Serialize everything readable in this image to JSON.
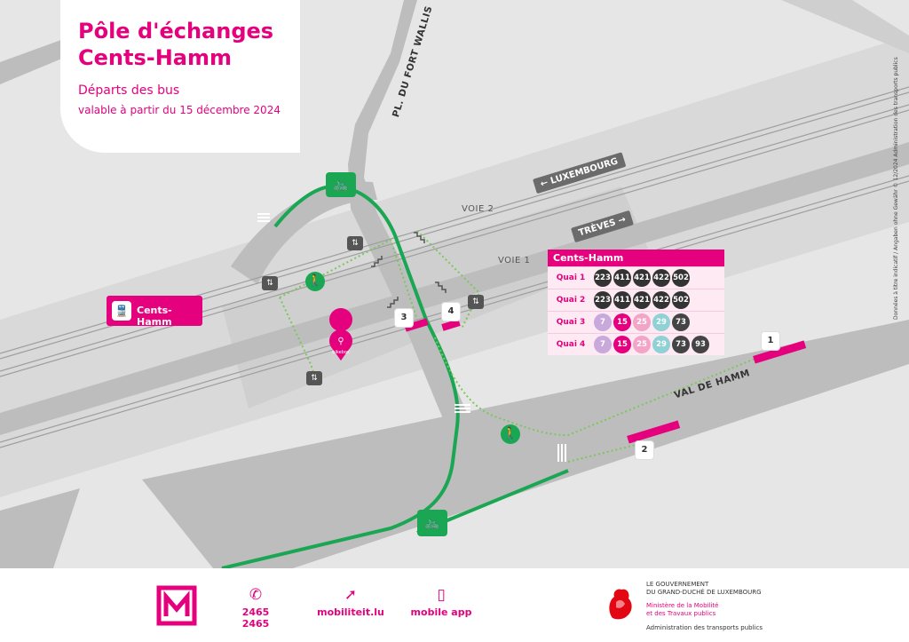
{
  "header": {
    "title_line1": "Pôle d'échanges",
    "title_line2": "Cents-Hamm",
    "subtitle": "Départs des bus",
    "validity": "valable à partir du 15 décembre 2024"
  },
  "map": {
    "streets": {
      "fort_wallis": "PL. DU FORT WALLIS",
      "val_de_hamm": "VAL DE HAMM"
    },
    "tracks": {
      "voie2": "VOIE 2",
      "voie1": "VOIE 1"
    },
    "directions": {
      "luxembourg": "LUXEMBOURG",
      "treves": "TRÈVES"
    },
    "station_badge": "Cents-Hamm",
    "bikebox_label": "bikebox",
    "quai_labels": [
      "1",
      "2",
      "3",
      "4"
    ],
    "icons": [
      "bike-icon",
      "walk-icon",
      "lift-icon",
      "train-icon",
      "bikebox-icon",
      "stairs-icon"
    ]
  },
  "departures": {
    "header": "Cents-Hamm",
    "rows": [
      {
        "quai": "Quai 1",
        "lines": [
          "223",
          "411",
          "421",
          "422",
          "502"
        ]
      },
      {
        "quai": "Quai 2",
        "lines": [
          "223",
          "411",
          "421",
          "422",
          "502"
        ]
      },
      {
        "quai": "Quai 3",
        "lines": [
          "7",
          "15",
          "25",
          "29",
          "73"
        ]
      },
      {
        "quai": "Quai 4",
        "lines": [
          "7",
          "15",
          "25",
          "29",
          "73",
          "93"
        ]
      }
    ],
    "line_colors": {
      "223": "#333333",
      "411": "#333333",
      "421": "#333333",
      "422": "#333333",
      "502": "#333333",
      "7": "#c9a8dc",
      "15": "#e5007e",
      "25": "#f3a5c8",
      "29": "#8fd1d4",
      "73": "#444444",
      "93": "#444444"
    }
  },
  "footer": {
    "phone": "2465 2465",
    "website": "mobiliteit.lu",
    "app": "mobile app",
    "gov_line1": "LE GOUVERNEMENT",
    "gov_line2": "DU GRAND-DUCHÉ DE LUXEMBOURG",
    "ministry_line1": "Ministère de la Mobilité",
    "ministry_line2": "et des Travaux publics",
    "administration": "Administration des transports publics"
  },
  "credit": "Données à titre indicatif / Angaben ohne Gewähr © 12/2024 Administration des transports publics",
  "colors": {
    "brand": "#e5007e",
    "bike": "#1aa653",
    "road": "#b9b9b9",
    "background": "#e6e6e6"
  }
}
